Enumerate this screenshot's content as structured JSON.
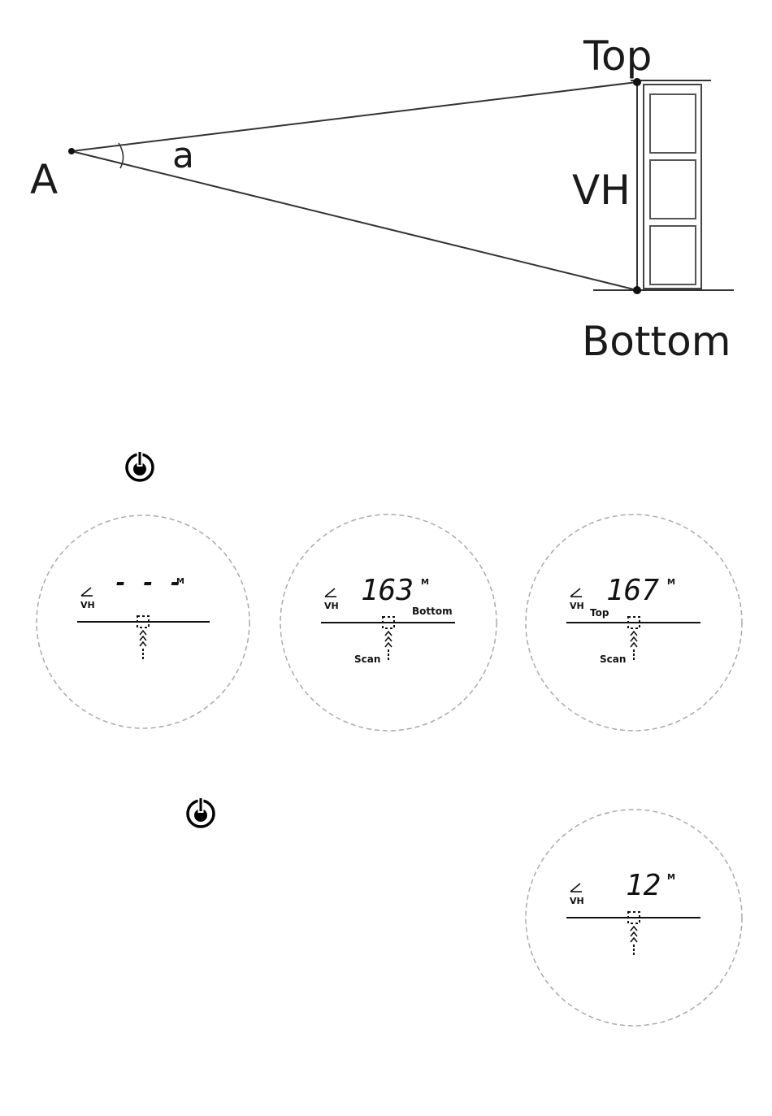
{
  "diagram": {
    "point_label": "A",
    "angle_label": "a",
    "top_label": "Top",
    "bottom_label": "Bottom",
    "height_label": "VH"
  },
  "icons": {
    "power_1": "power-icon",
    "power_2": "power-icon"
  },
  "displays": [
    {
      "mode": "VH",
      "reading": "- - -",
      "unit": "M",
      "marker": "",
      "scan": ""
    },
    {
      "mode": "VH",
      "reading": "163",
      "unit": "M",
      "marker": "Bottom",
      "scan": "Scan"
    },
    {
      "mode": "VH",
      "reading": "167",
      "unit": "M",
      "marker": "Top",
      "scan": "Scan"
    },
    {
      "mode": "VH",
      "reading": "12",
      "unit": "M",
      "marker": "",
      "scan": ""
    }
  ]
}
